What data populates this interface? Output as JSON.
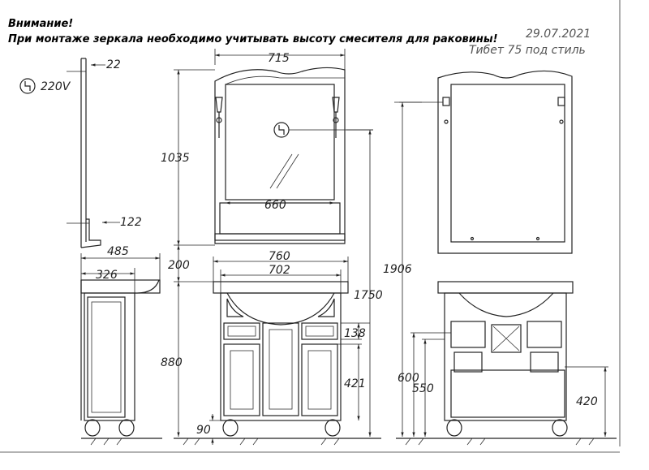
{
  "header": {
    "warning_title": "Внимание!",
    "warning_text": "При монтаже зеркала необходимо учитывать высоту смесителя для раковины!",
    "date": "29.07.2021",
    "model": "Тибет 75 под стиль"
  },
  "electrical": {
    "voltage": "220V",
    "outlet_symbol": "ϟ"
  },
  "dimensions": {
    "mirror_depth": "22",
    "shelf_depth": "122",
    "mirror_width": "715",
    "mirror_height": "1035",
    "mirror_inner_width": "660",
    "cabinet_depth": "485",
    "cabinet_body_depth": "326",
    "gap": "200",
    "top_width": "760",
    "basin_width": "702",
    "top_height": "1750",
    "total_height": "1906",
    "cabinet_height": "880",
    "drawer_height": "138",
    "door_height": "421",
    "leg_height": "90",
    "siphon_height_1": "600",
    "siphon_height_2": "550",
    "cutout_height": "420"
  }
}
